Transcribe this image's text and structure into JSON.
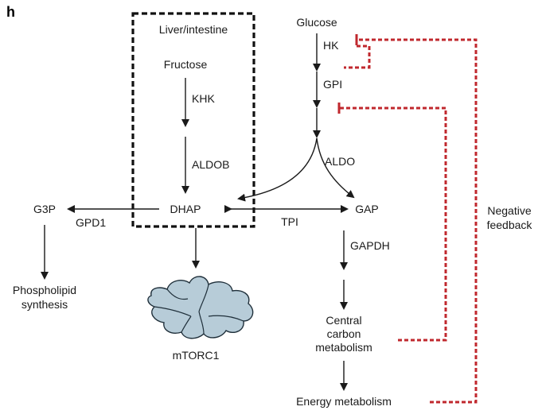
{
  "panel_label": "h",
  "box_label": "Liver/intestine",
  "nodes": {
    "fructose": "Fructose",
    "dhap": "DHAP",
    "g3p": "G3P",
    "phospholipid_line1": "Phospholipid",
    "phospholipid_line2": "synthesis",
    "mtorc1": "mTORC1",
    "glucose": "Glucose",
    "gap": "GAP",
    "central_line1": "Central",
    "central_line2": "carbon",
    "central_line3": "metabolism",
    "energy": "Energy metabolism"
  },
  "enzymes": {
    "khk": "KHK",
    "aldob": "ALDOB",
    "gpd1": "GPD1",
    "tpi": "TPI",
    "hk": "HK",
    "gpi": "GPI",
    "aldo": "ALDO",
    "gapdh": "GAPDH"
  },
  "feedback_label_line1": "Negative",
  "feedback_label_line2": "feedback",
  "colors": {
    "feedback": "#c0282e",
    "complex_fill": "#b7ccd8"
  }
}
